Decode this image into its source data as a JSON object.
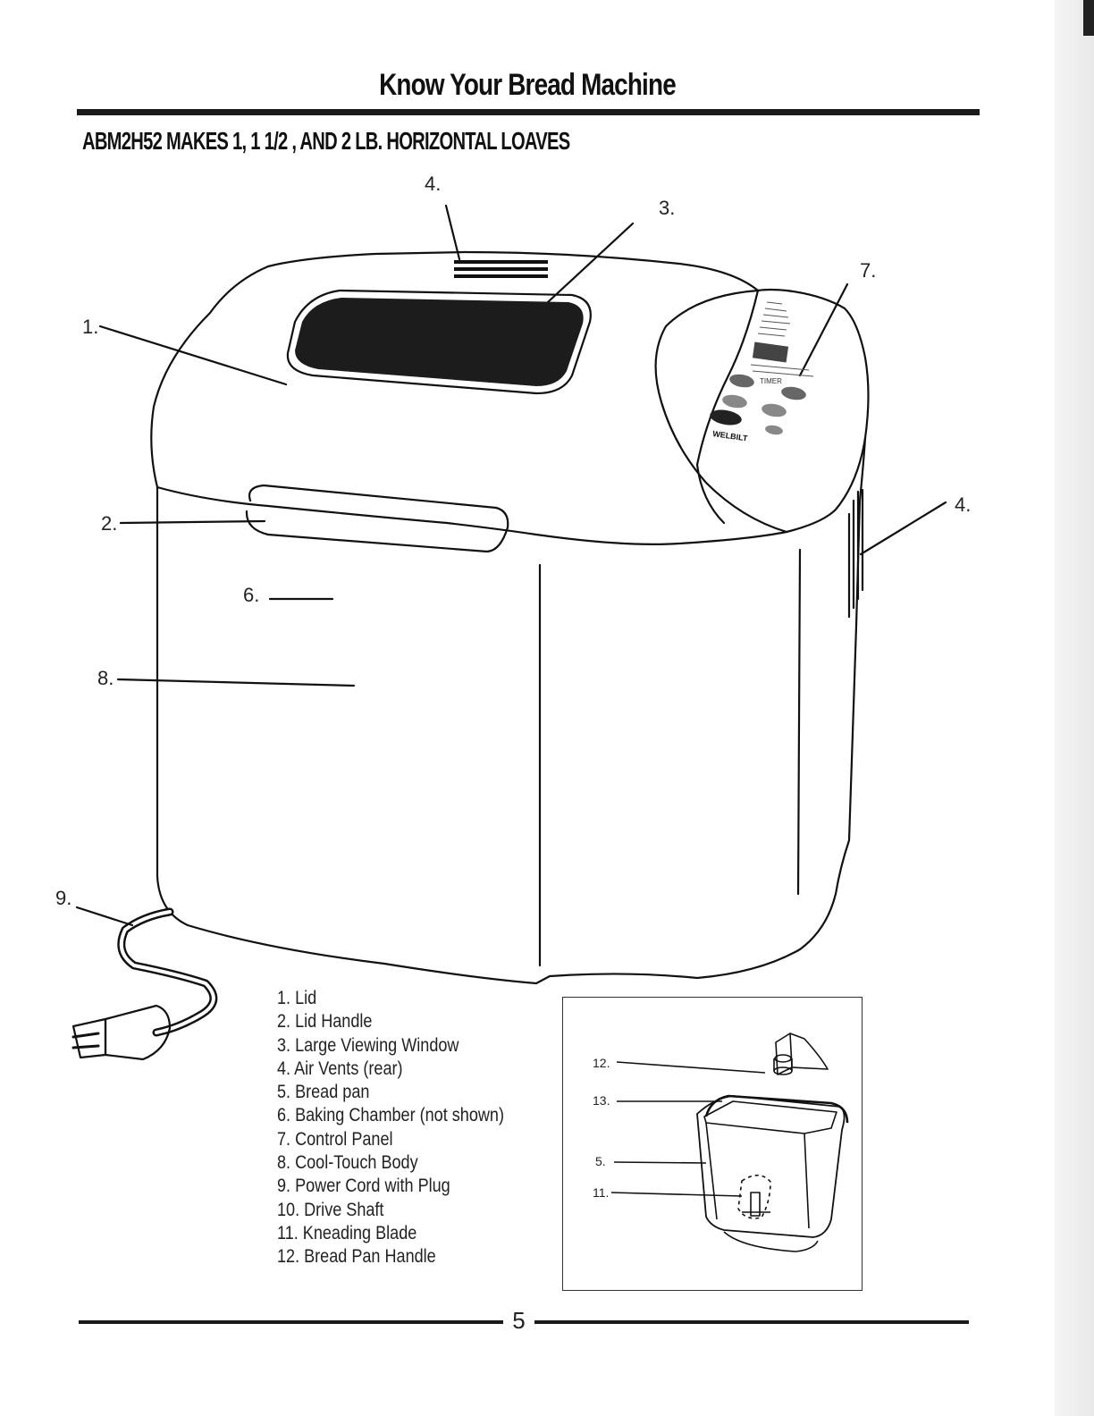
{
  "header": {
    "title": "Know Your Bread Machine",
    "subtitle": "ABM2H52  MAKES 1, 1 1/2 , AND 2 LB. HORIZONTAL  LOAVES"
  },
  "callouts": {
    "c1": "1.",
    "c2": "2.",
    "c3": "3.",
    "c4_top": "4.",
    "c4_side": "4.",
    "c6": "6.",
    "c7": "7.",
    "c8": "8.",
    "c9": "9."
  },
  "panel": {
    "timer_label": "TIMER",
    "brand": "WELBILT"
  },
  "inset": {
    "c12": "12.",
    "c13": "13.",
    "c5": "5.",
    "c11": "11."
  },
  "legend": [
    "1. Lid",
    "2. Lid Handle",
    "3. Large Viewing Window",
    "4. Air Vents (rear)",
    "5. Bread pan",
    "6. Baking Chamber (not shown)",
    "7. Control Panel",
    "8. Cool-Touch Body",
    "9. Power Cord with Plug",
    "10. Drive Shaft",
    "11. Kneading Blade",
    "12. Bread Pan Handle"
  ],
  "footer": {
    "page_number": "5"
  }
}
